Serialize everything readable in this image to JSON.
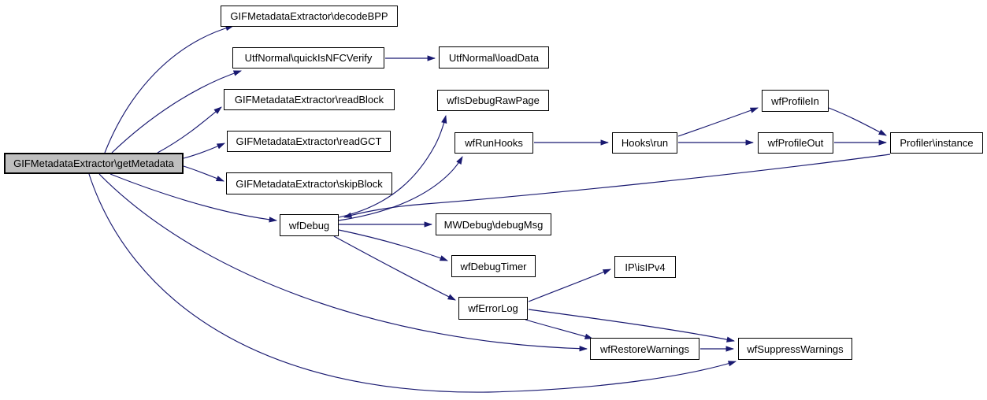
{
  "diagram": {
    "type": "call-graph",
    "edge_color": "#191970",
    "node_fill": "#ffffff",
    "node_border_color": "#000000",
    "highlight_fill": "#bfbfbf",
    "background": "#ffffff",
    "nodes": [
      {
        "id": "getMetadata",
        "label": "GIFMetadataExtractor\\getMetadata",
        "highlighted": true
      },
      {
        "id": "decodeBPP",
        "label": "GIFMetadataExtractor\\decodeBPP",
        "highlighted": false
      },
      {
        "id": "quickIsNFCVerify",
        "label": "UtfNormal\\quickIsNFCVerify",
        "highlighted": false
      },
      {
        "id": "loadData",
        "label": "UtfNormal\\loadData",
        "highlighted": false
      },
      {
        "id": "readBlock",
        "label": "GIFMetadataExtractor\\readBlock",
        "highlighted": false
      },
      {
        "id": "readGCT",
        "label": "GIFMetadataExtractor\\readGCT",
        "highlighted": false
      },
      {
        "id": "skipBlock",
        "label": "GIFMetadataExtractor\\skipBlock",
        "highlighted": false
      },
      {
        "id": "wfIsDebugRawPage",
        "label": "wfIsDebugRawPage",
        "highlighted": false
      },
      {
        "id": "wfRunHooks",
        "label": "wfRunHooks",
        "highlighted": false
      },
      {
        "id": "hooksRun",
        "label": "Hooks\\run",
        "highlighted": false
      },
      {
        "id": "wfProfileIn",
        "label": "wfProfileIn",
        "highlighted": false
      },
      {
        "id": "wfProfileOut",
        "label": "wfProfileOut",
        "highlighted": false
      },
      {
        "id": "profilerInstance",
        "label": "Profiler\\instance",
        "highlighted": false
      },
      {
        "id": "wfDebug",
        "label": "wfDebug",
        "highlighted": false
      },
      {
        "id": "debugMsg",
        "label": "MWDebug\\debugMsg",
        "highlighted": false
      },
      {
        "id": "wfDebugTimer",
        "label": "wfDebugTimer",
        "highlighted": false
      },
      {
        "id": "isIPv4",
        "label": "IP\\isIPv4",
        "highlighted": false
      },
      {
        "id": "wfErrorLog",
        "label": "wfErrorLog",
        "highlighted": false
      },
      {
        "id": "wfRestoreWarnings",
        "label": "wfRestoreWarnings",
        "highlighted": false
      },
      {
        "id": "wfSuppressWarnings",
        "label": "wfSuppressWarnings",
        "highlighted": false
      }
    ],
    "edges": [
      {
        "from": "getMetadata",
        "to": "decodeBPP"
      },
      {
        "from": "getMetadata",
        "to": "quickIsNFCVerify"
      },
      {
        "from": "getMetadata",
        "to": "readBlock"
      },
      {
        "from": "getMetadata",
        "to": "readGCT"
      },
      {
        "from": "getMetadata",
        "to": "skipBlock"
      },
      {
        "from": "getMetadata",
        "to": "wfDebug"
      },
      {
        "from": "getMetadata",
        "to": "wfRestoreWarnings"
      },
      {
        "from": "getMetadata",
        "to": "wfSuppressWarnings"
      },
      {
        "from": "quickIsNFCVerify",
        "to": "loadData"
      },
      {
        "from": "wfDebug",
        "to": "wfIsDebugRawPage"
      },
      {
        "from": "wfDebug",
        "to": "wfRunHooks"
      },
      {
        "from": "wfDebug",
        "to": "debugMsg"
      },
      {
        "from": "wfDebug",
        "to": "wfDebugTimer"
      },
      {
        "from": "wfDebug",
        "to": "wfErrorLog"
      },
      {
        "from": "wfRunHooks",
        "to": "hooksRun"
      },
      {
        "from": "hooksRun",
        "to": "wfProfileIn"
      },
      {
        "from": "hooksRun",
        "to": "wfProfileOut"
      },
      {
        "from": "wfProfileIn",
        "to": "profilerInstance"
      },
      {
        "from": "wfProfileOut",
        "to": "profilerInstance"
      },
      {
        "from": "profilerInstance",
        "to": "wfDebug"
      },
      {
        "from": "wfErrorLog",
        "to": "isIPv4"
      },
      {
        "from": "wfErrorLog",
        "to": "wfRestoreWarnings"
      },
      {
        "from": "wfErrorLog",
        "to": "wfSuppressWarnings"
      },
      {
        "from": "wfRestoreWarnings",
        "to": "wfSuppressWarnings"
      }
    ]
  }
}
